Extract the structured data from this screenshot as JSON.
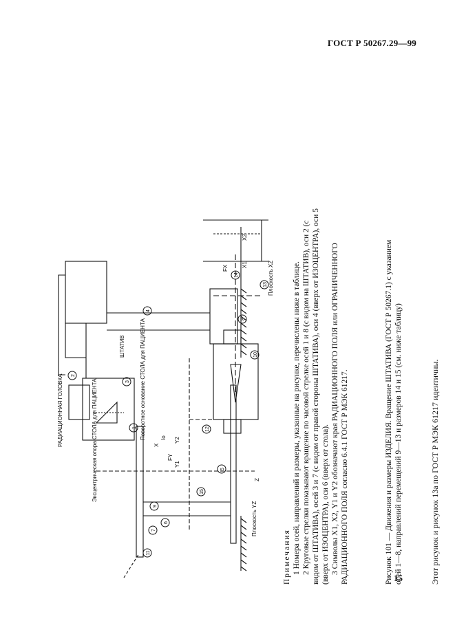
{
  "header": {
    "standard": "ГОСТ Р 50267.29—99"
  },
  "page_number": "15",
  "figure": {
    "labels": {
      "radiation_head": "РАДИАЦИОННАЯ ГОЛОВКА",
      "stand": "ШТАТИВ",
      "eccentric_support": "Эксцентрическая опора СТОЛА для ПАЦИЕНТА",
      "rotary_base": "Поворотное основание СТОЛА для ПАЦИЕНТА",
      "plane_yz": "Плоскость YZ",
      "plane_xz": "Плоскость XZ",
      "z": "Z",
      "x": "X",
      "io": "Iо",
      "fx": "FX",
      "fy": "FY",
      "x1": "X1",
      "x2": "X2",
      "y1": "Y1",
      "y2": "Y2"
    },
    "circled": [
      "1",
      "2",
      "3",
      "4",
      "5",
      "6",
      "7",
      "8",
      "9",
      "10",
      "11",
      "12",
      "13",
      "14",
      "15"
    ]
  },
  "notes": {
    "title": "Примечания",
    "items": [
      "1 Номера осей, направлений и размеры, указанные на рисунке, перечислены ниже в таблице.",
      "2 Круговые стрелки показывают вращение по часовой стрелке осей 1 и 8 (с видом на ШТАТИВ), оси 2 (с видом от ШТАТИВА), осей 3 и 7 (с видом от правой стороны ШТАТИВА), оси 4 (вверх от ИЗОЦЕНТРА), оси 5 (вверх от ИЗОЦЕНТРА), оси 6 (вверх от стола).",
      "3 Символы X1, X2, Y1 и Y2 обозначают края РАДИАЦИОННОГО ПОЛЯ или ОГРАНИЧЕННОГО РАДИАЦИОННОГО ПОЛЯ согласно 6.4.1 ГОСТ Р МЭК 61217."
    ]
  },
  "caption": {
    "line1": "Рисунок 101 — Движения и размеры ИЗДЕЛИЯ. Вращение ШТАТИВА (ГОСТ Р 50267.1) с указанием",
    "line2": "осей 1—8, направлений перемещений 9—13 и размеров 14 и 15 (см. ниже таблицу)"
  },
  "footer_note": "Этот рисунок и рисунок 13а по ГОСТ Р МЭК 61217 идентичны."
}
